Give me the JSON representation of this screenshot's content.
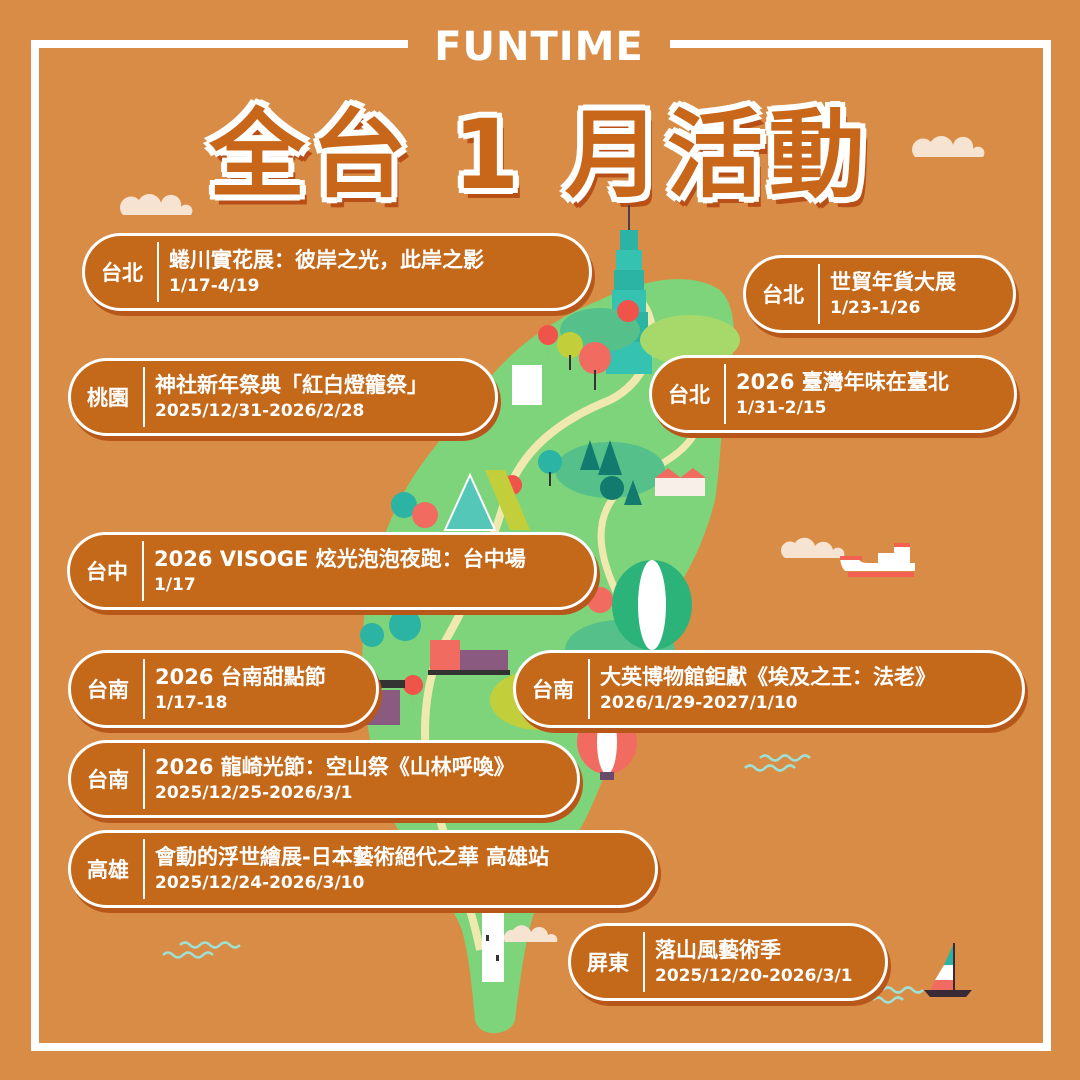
{
  "brand": {
    "logo_text": "FUNTIME"
  },
  "title": "全台 1 月活動",
  "colors": {
    "background": "#d98c45",
    "pill_fill": "#c4691a",
    "pill_border": "#ffffff",
    "map_green": "#7ed47a",
    "accent_teal": "#2bb3a3",
    "accent_coral": "#f26152"
  },
  "events": [
    {
      "region": "台北",
      "name": "蜷川實花展：彼岸之光，此岸之影",
      "date": "1/17-4/19"
    },
    {
      "region": "台北",
      "name": "世貿年貨大展",
      "date": "1/23-1/26"
    },
    {
      "region": "桃園",
      "name": "神社新年祭典「紅白燈籠祭」",
      "date": "2025/12/31-2026/2/28"
    },
    {
      "region": "台北",
      "name": "2026 臺灣年味在臺北",
      "date": "1/31-2/15"
    },
    {
      "region": "台中",
      "name": "2026 VISOGE 炫光泡泡夜跑：台中場",
      "date": "1/17"
    },
    {
      "region": "台南",
      "name": "2026 台南甜點節",
      "date": "1/17-18"
    },
    {
      "region": "台南",
      "name": "大英博物館鉅獻《埃及之王：法老》",
      "date": "2026/1/29-2027/1/10"
    },
    {
      "region": "台南",
      "name": "2026 龍崎光節：空山祭《山林呼喚》",
      "date": "2025/12/25-2026/3/1"
    },
    {
      "region": "高雄",
      "name": "會動的浮世繪展-日本藝術絕代之華 高雄站",
      "date": "2025/12/24-2026/3/10"
    },
    {
      "region": "屏東",
      "name": "落山風藝術季",
      "date": "2025/12/20-2026/3/1"
    }
  ],
  "decorations": [
    "cloud-icon",
    "cloud-icon",
    "ship-icon",
    "sailboat-icon",
    "wave-icon",
    "map-pin-icon",
    "taipei-101-icon",
    "hot-air-balloon-icon",
    "train-icon",
    "lighthouse-icon"
  ]
}
